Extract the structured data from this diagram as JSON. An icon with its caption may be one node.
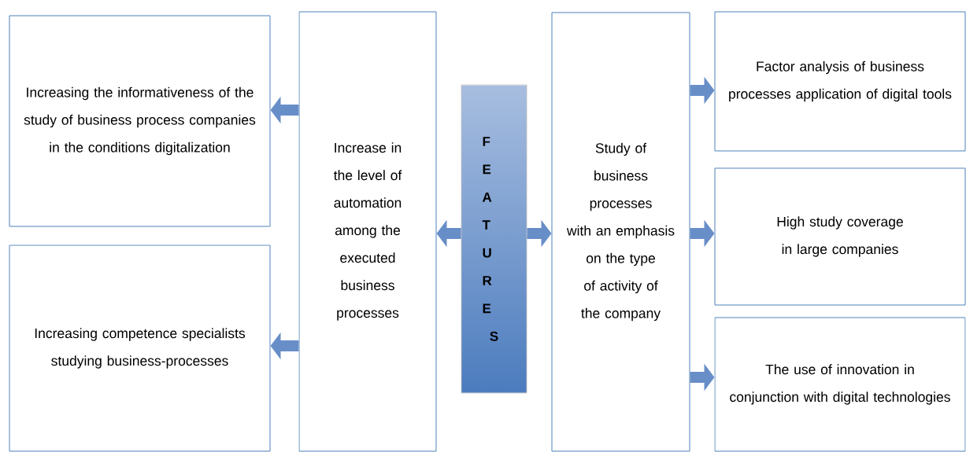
{
  "diagram": {
    "nodes": [
      {
        "text": [
          "Increasing the informativeness of the study of business process companies in the conditions digitalization"
        ]
      },
      {
        "text": [
          "Increasing competence specialists studying business-processes"
        ]
      },
      {
        "text": [
          "Increase in the level of automation among the executed business processes"
        ]
      },
      {
        "text": [
          "FEATURES"
        ]
      },
      {
        "text": [
          "Study of business processes with an emphasis on the type of activity of the company"
        ]
      },
      {
        "text": [
          "Factor analysis of business processes application of digital tools"
        ]
      },
      {
        "text": [
          "High study coverage in large companies"
        ]
      },
      {
        "text": [
          "The use of innovation in conjunction with digital technologies"
        ]
      }
    ],
    "edges": [
      {
        "from": 3,
        "to": 2,
        "arrow": "to"
      },
      {
        "from": 3,
        "to": 4,
        "arrow": "to"
      },
      {
        "from": 2,
        "to": 0,
        "arrow": "to"
      },
      {
        "from": 2,
        "to": 1,
        "arrow": "to"
      },
      {
        "from": 4,
        "to": 5,
        "arrow": "to"
      },
      {
        "from": 4,
        "to": 6,
        "arrow": "to"
      },
      {
        "from": 4,
        "to": 7,
        "arrow": "to"
      }
    ]
  }
}
